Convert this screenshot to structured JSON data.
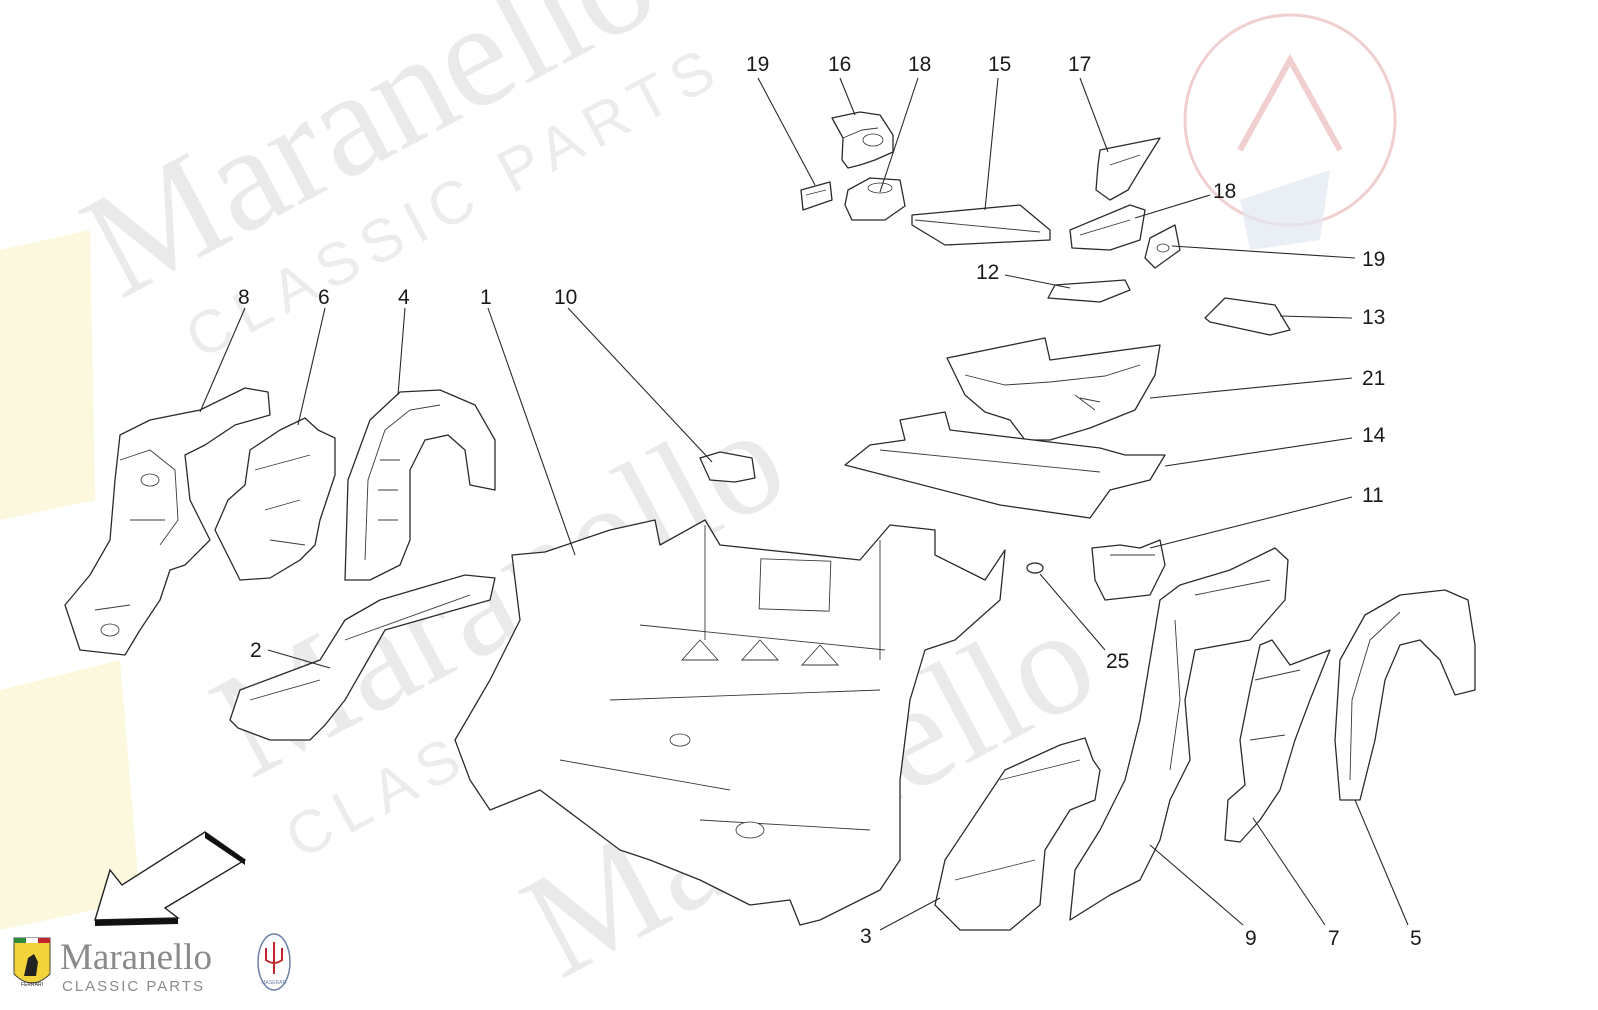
{
  "watermark": {
    "brand": "Maranello",
    "sub": "CLASSIC PARTS",
    "colors": {
      "text": "#d9d9d9",
      "ferrari_yellow": "#f4e04d",
      "maserati_red": "#e8b4b4",
      "maserati_blue": "#c9d3e6"
    }
  },
  "brand": {
    "name": "Maranello",
    "sub": "CLASSIC PARTS",
    "logos": [
      "ferrari-shield-icon",
      "maserati-trident-icon"
    ],
    "ferrari_logo_text": "FERRARI",
    "maserati_logo_text": "MASERATI"
  },
  "callouts": [
    {
      "id": "19a",
      "label": "19"
    },
    {
      "id": "16",
      "label": "16"
    },
    {
      "id": "18a",
      "label": "18"
    },
    {
      "id": "15",
      "label": "15"
    },
    {
      "id": "17",
      "label": "17"
    },
    {
      "id": "18b",
      "label": "18"
    },
    {
      "id": "19b",
      "label": "19"
    },
    {
      "id": "12",
      "label": "12"
    },
    {
      "id": "13",
      "label": "13"
    },
    {
      "id": "21",
      "label": "21"
    },
    {
      "id": "14",
      "label": "14"
    },
    {
      "id": "11",
      "label": "11"
    },
    {
      "id": "25",
      "label": "25"
    },
    {
      "id": "8",
      "label": "8"
    },
    {
      "id": "6",
      "label": "6"
    },
    {
      "id": "4",
      "label": "4"
    },
    {
      "id": "1",
      "label": "1"
    },
    {
      "id": "10",
      "label": "10"
    },
    {
      "id": "2",
      "label": "2"
    },
    {
      "id": "3",
      "label": "3"
    },
    {
      "id": "9",
      "label": "9"
    },
    {
      "id": "7",
      "label": "7"
    },
    {
      "id": "5",
      "label": "5"
    }
  ],
  "direction_arrow": "front-direction-arrow-icon"
}
